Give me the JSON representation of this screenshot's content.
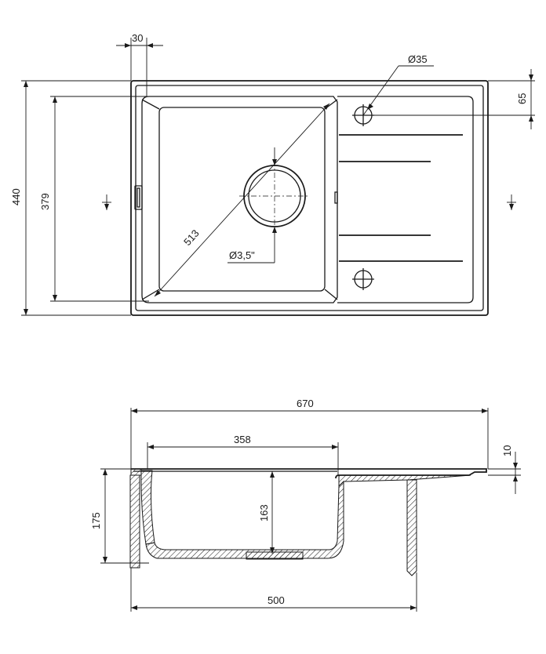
{
  "top_view": {
    "dimensions": {
      "overall_width_margin": "30",
      "hole_diameter": "Ø35",
      "hole_offset": "65",
      "overall_depth": "440",
      "bowl_depth": "379",
      "bowl_diagonal": "513",
      "drain_diameter": "Ø3,5\""
    }
  },
  "side_view": {
    "dimensions": {
      "overall_width": "670",
      "bowl_width": "358",
      "rim_thickness": "10",
      "total_height": "175",
      "bowl_height": "163",
      "cabinet_width": "500"
    }
  }
}
